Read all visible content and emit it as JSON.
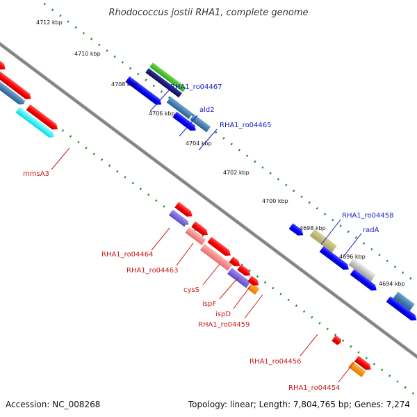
{
  "title": "Rhodococcus jostii RHA1, complete genome",
  "footer": {
    "accession": "Accession: NC_008268",
    "topology": "Topology: linear; Length: 7,804,765 bp; Genes: 7,274"
  },
  "ticks": [
    "4712 kbp",
    "4710 kbp",
    "4708 kbp",
    "4706 kbp",
    "4704 kbp",
    "4702 kbp",
    "4700 kbp",
    "4698 kbp",
    "4696 kbp",
    "4694 kbp"
  ],
  "forward_labels": [
    "RHA1_ro04467",
    "ald2",
    "RHA1_ro04465",
    "RHA1_ro04458",
    "radA"
  ],
  "reverse_labels": [
    "mmsA3",
    "RHA1_ro04464",
    "RHA1_ro04463",
    "cysS",
    "ispF",
    "ispD",
    "RHA1_ro04459",
    "RHA1_ro04456",
    "RHA1_ro04454"
  ],
  "colors": {
    "forward_label": "#1a1acc",
    "reverse_label": "#cc1a1a",
    "backbone": "#888888",
    "tick_dots": "#1f8a1f"
  }
}
